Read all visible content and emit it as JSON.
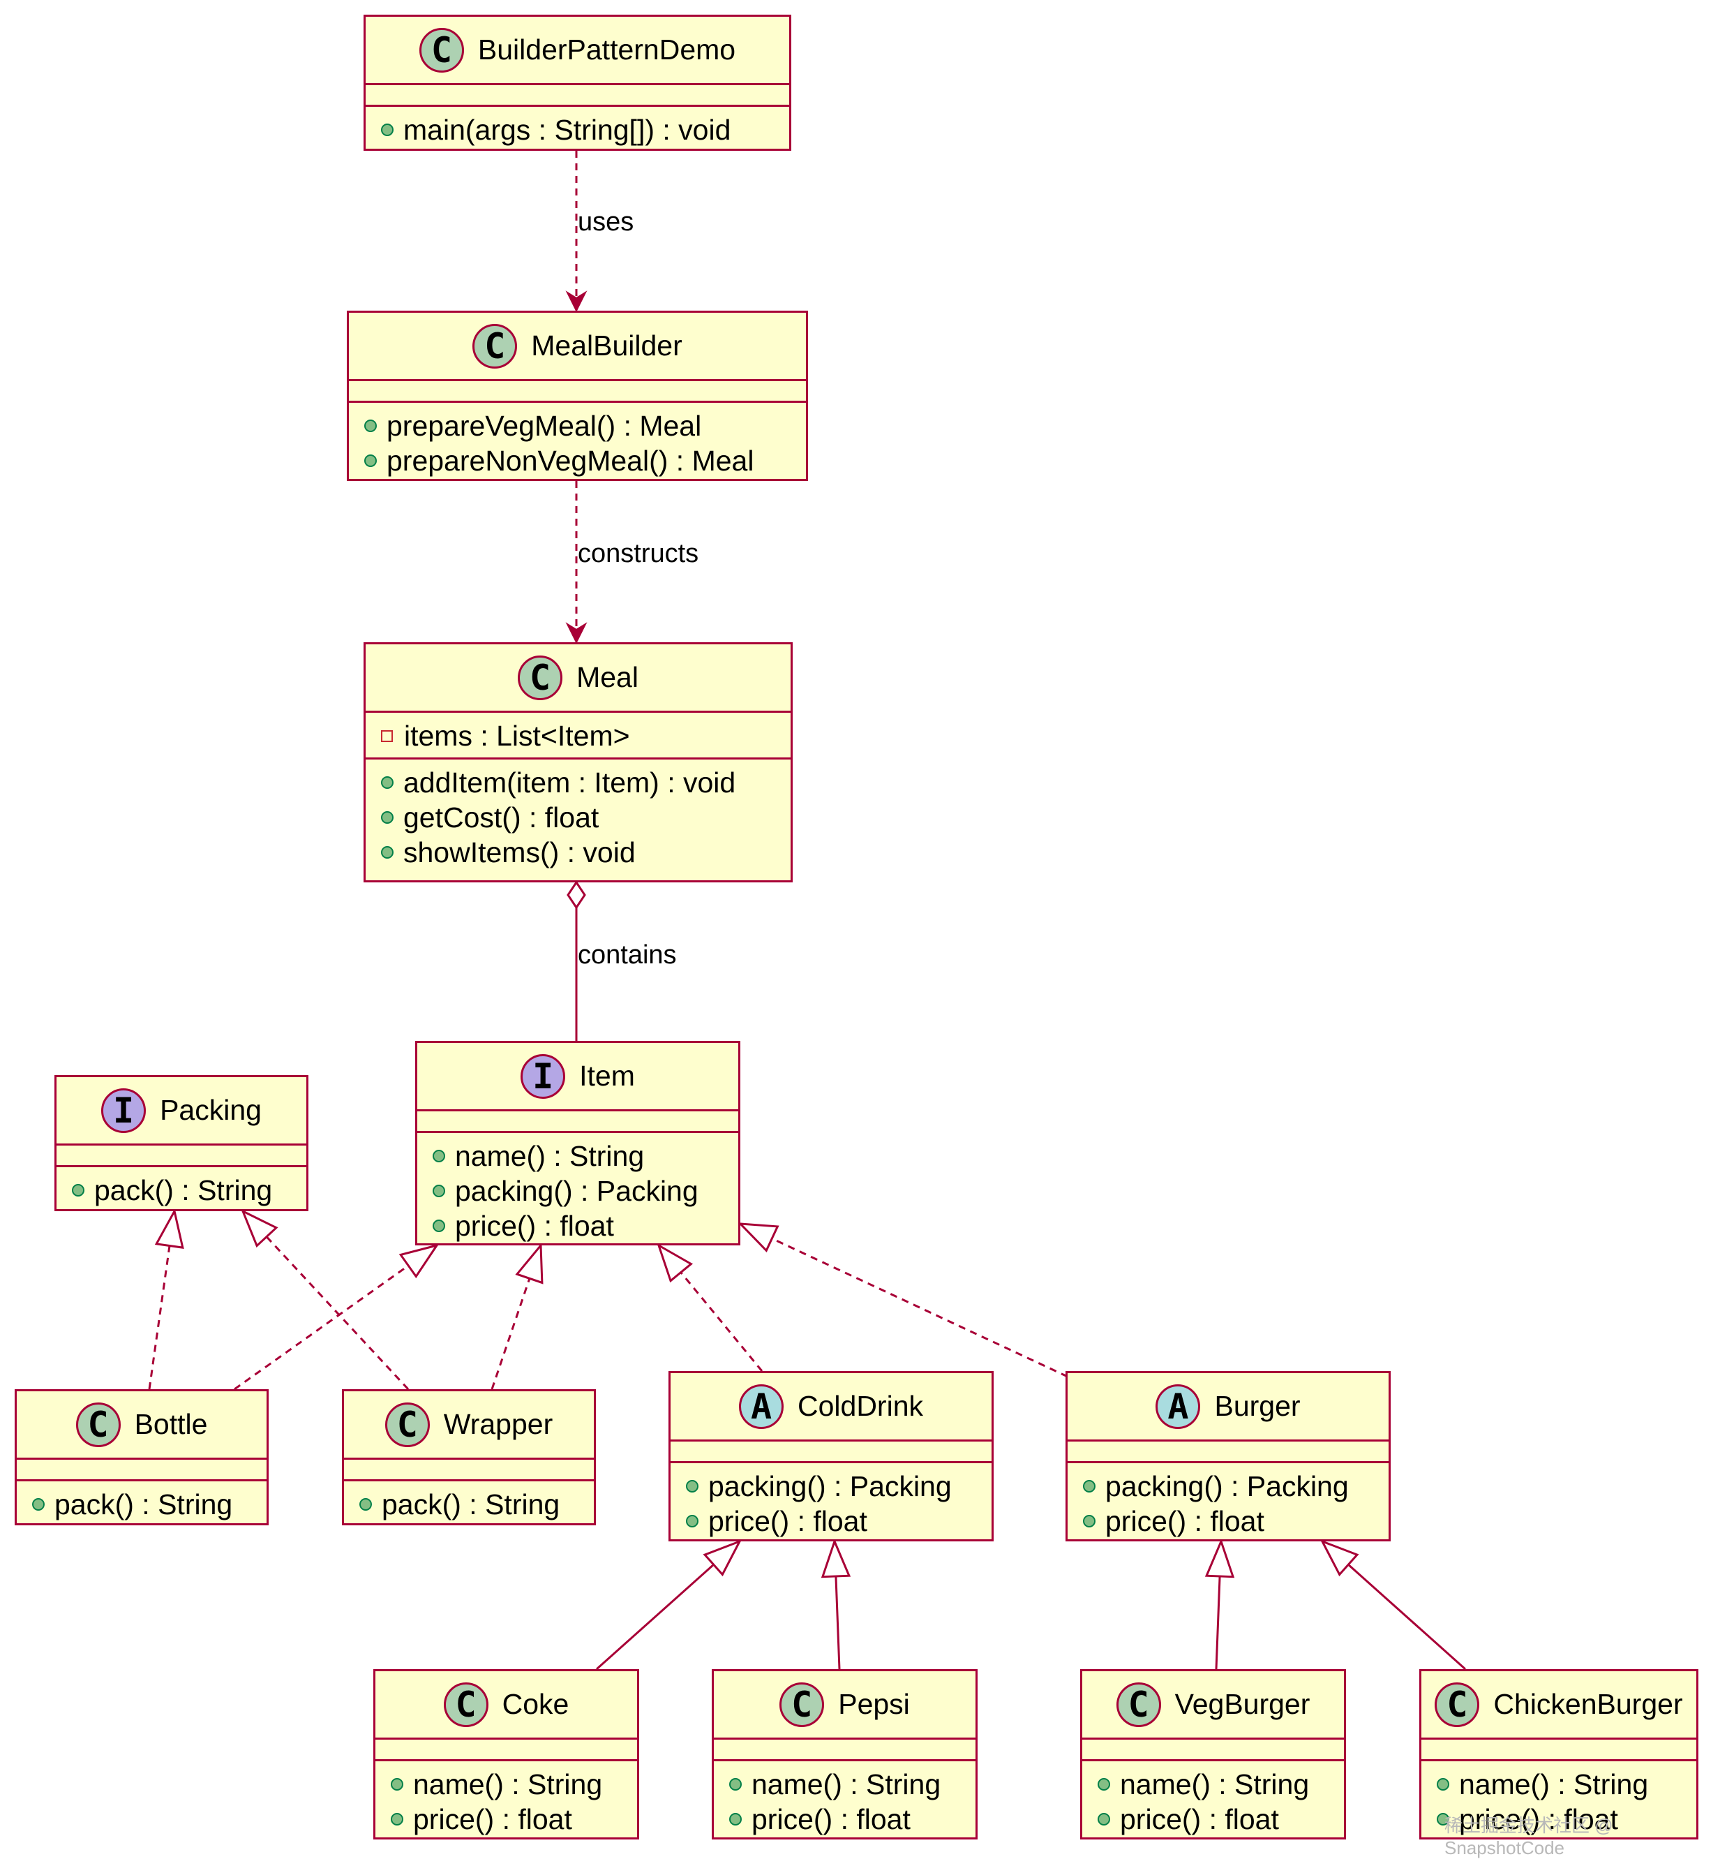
{
  "classes": {
    "demo": {
      "stereotype": "C",
      "name": "BuilderPatternDemo",
      "fields": [],
      "methods": [
        "main(args : String[]) : void"
      ]
    },
    "mealbuilder": {
      "stereotype": "C",
      "name": "MealBuilder",
      "fields": [],
      "methods": [
        "prepareVegMeal() : Meal",
        "prepareNonVegMeal() : Meal"
      ]
    },
    "meal": {
      "stereotype": "C",
      "name": "Meal",
      "fields": [
        "items : List<Item>"
      ],
      "methods": [
        "addItem(item : Item) : void",
        "getCost() : float",
        "showItems() : void"
      ]
    },
    "packing": {
      "stereotype": "I",
      "name": "Packing",
      "fields": [],
      "methods": [
        "pack() : String"
      ]
    },
    "item": {
      "stereotype": "I",
      "name": "Item",
      "fields": [],
      "methods": [
        "name() : String",
        "packing() : Packing",
        "price() : float"
      ]
    },
    "bottle": {
      "stereotype": "C",
      "name": "Bottle",
      "fields": [],
      "methods": [
        "pack() : String"
      ]
    },
    "wrapper": {
      "stereotype": "C",
      "name": "Wrapper",
      "fields": [],
      "methods": [
        "pack() : String"
      ]
    },
    "colddrink": {
      "stereotype": "A",
      "name": "ColdDrink",
      "fields": [],
      "methods": [
        "packing() : Packing",
        "price() : float"
      ]
    },
    "burger": {
      "stereotype": "A",
      "name": "Burger",
      "fields": [],
      "methods": [
        "packing() : Packing",
        "price() : float"
      ]
    },
    "coke": {
      "stereotype": "C",
      "name": "Coke",
      "fields": [],
      "methods": [
        "name() : String",
        "price() : float"
      ]
    },
    "pepsi": {
      "stereotype": "C",
      "name": "Pepsi",
      "fields": [],
      "methods": [
        "name() : String",
        "price() : float"
      ]
    },
    "vegburger": {
      "stereotype": "C",
      "name": "VegBurger",
      "fields": [],
      "methods": [
        "name() : String",
        "price() : float"
      ]
    },
    "chickenburger": {
      "stereotype": "C",
      "name": "ChickenBurger",
      "fields": [],
      "methods": [
        "name() : String",
        "price() : float"
      ]
    }
  },
  "relations": [
    {
      "id": "uses",
      "from": "demo",
      "to": "mealbuilder",
      "kind": "dependency",
      "label": "uses"
    },
    {
      "id": "constructs",
      "from": "mealbuilder",
      "to": "meal",
      "kind": "dependency",
      "label": "constructs"
    },
    {
      "id": "contains",
      "from": "meal",
      "to": "item",
      "kind": "aggregation",
      "label": "contains"
    },
    {
      "id": "bottle-packing",
      "from": "bottle",
      "to": "packing",
      "kind": "realization",
      "label": ""
    },
    {
      "id": "wrapper-packing",
      "from": "wrapper",
      "to": "packing",
      "kind": "realization",
      "label": ""
    },
    {
      "id": "bottle-item",
      "from": "bottle",
      "to": "item",
      "kind": "realization",
      "label": ""
    },
    {
      "id": "wrapper-item",
      "from": "wrapper",
      "to": "item",
      "kind": "realization",
      "label": ""
    },
    {
      "id": "colddrink-item",
      "from": "colddrink",
      "to": "item",
      "kind": "realization",
      "label": ""
    },
    {
      "id": "burger-item",
      "from": "burger",
      "to": "item",
      "kind": "realization",
      "label": ""
    },
    {
      "id": "coke-colddrink",
      "from": "coke",
      "to": "colddrink",
      "kind": "generalization",
      "label": ""
    },
    {
      "id": "pepsi-colddrink",
      "from": "pepsi",
      "to": "colddrink",
      "kind": "generalization",
      "label": ""
    },
    {
      "id": "vegburger-burger",
      "from": "vegburger",
      "to": "burger",
      "kind": "generalization",
      "label": ""
    },
    {
      "id": "chickenburger-burger",
      "from": "chickenburger",
      "to": "burger",
      "kind": "generalization",
      "label": ""
    }
  ],
  "colors": {
    "border": "#A80036",
    "fill": "#FEFECE",
    "class_icon": "#ADD1B2",
    "interface_icon": "#B4A7E5",
    "abstract_icon": "#A9DCDF",
    "public_dot": "#84BE84"
  },
  "watermark": "稀土掘金技术社区 @ SnapshotCode"
}
